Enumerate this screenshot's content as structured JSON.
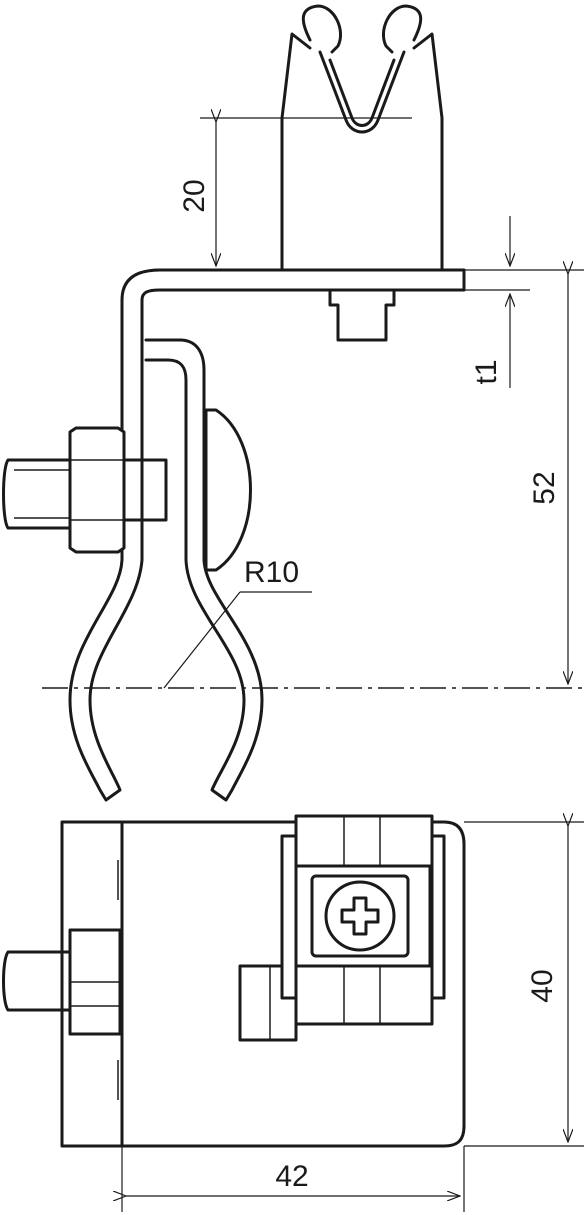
{
  "dimensions": {
    "clip_height": "20",
    "sheet_thickness": "t1",
    "height_to_center": "52",
    "bend_radius": "R10",
    "width_vertical": "40",
    "width_horizontal": "42"
  }
}
